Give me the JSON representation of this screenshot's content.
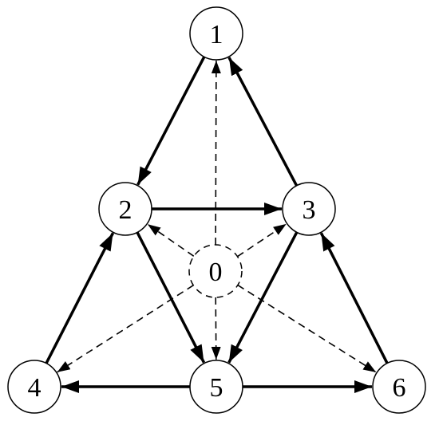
{
  "nodes": [
    {
      "id": "0",
      "label": "0",
      "style": "dashed"
    },
    {
      "id": "1",
      "label": "1",
      "style": "solid"
    },
    {
      "id": "2",
      "label": "2",
      "style": "solid"
    },
    {
      "id": "3",
      "label": "3",
      "style": "solid"
    },
    {
      "id": "4",
      "label": "4",
      "style": "solid"
    },
    {
      "id": "5",
      "label": "5",
      "style": "solid"
    },
    {
      "id": "6",
      "label": "6",
      "style": "solid"
    }
  ],
  "edges": [
    {
      "from": "1",
      "to": "2",
      "style": "solid"
    },
    {
      "from": "3",
      "to": "1",
      "style": "solid"
    },
    {
      "from": "2",
      "to": "3",
      "style": "solid"
    },
    {
      "from": "2",
      "to": "5",
      "style": "solid"
    },
    {
      "from": "3",
      "to": "5",
      "style": "solid"
    },
    {
      "from": "4",
      "to": "2",
      "style": "solid"
    },
    {
      "from": "6",
      "to": "3",
      "style": "solid"
    },
    {
      "from": "5",
      "to": "4",
      "style": "solid"
    },
    {
      "from": "5",
      "to": "6",
      "style": "solid"
    },
    {
      "from": "0",
      "to": "1",
      "style": "dashed"
    },
    {
      "from": "0",
      "to": "2",
      "style": "dashed"
    },
    {
      "from": "0",
      "to": "3",
      "style": "dashed"
    },
    {
      "from": "0",
      "to": "4",
      "style": "dashed"
    },
    {
      "from": "0",
      "to": "5",
      "style": "dashed"
    },
    {
      "from": "0",
      "to": "6",
      "style": "dashed"
    }
  ],
  "colors": {
    "stroke": "#000000",
    "background": "#ffffff"
  }
}
